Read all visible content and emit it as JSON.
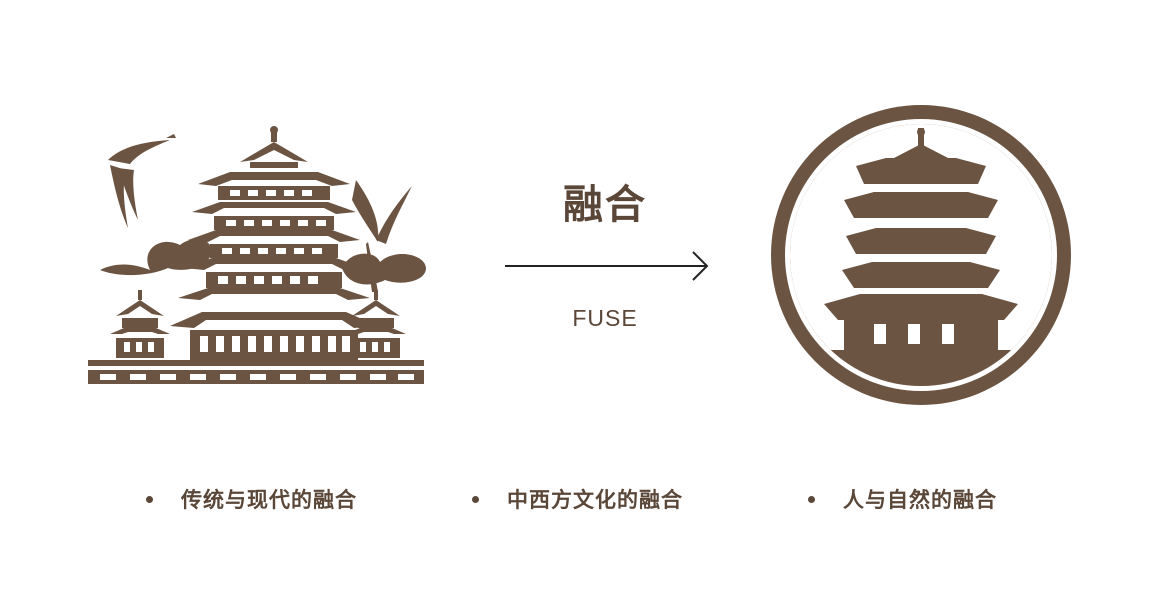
{
  "center": {
    "title": "融合",
    "subtitle": "FUSE",
    "arrow_icon": "arrow-right-icon"
  },
  "illustrations": {
    "left": "yellow-crane-tower-illustration",
    "right": "yellow-crane-tower-circle-logo"
  },
  "bullets": [
    {
      "label": "传统与现代的融合"
    },
    {
      "label": "中西方文化的融合"
    },
    {
      "label": "人与自然的融合"
    }
  ],
  "colors": {
    "brown": "#6b5441",
    "text": "#5a4738",
    "background": "#ffffff"
  }
}
